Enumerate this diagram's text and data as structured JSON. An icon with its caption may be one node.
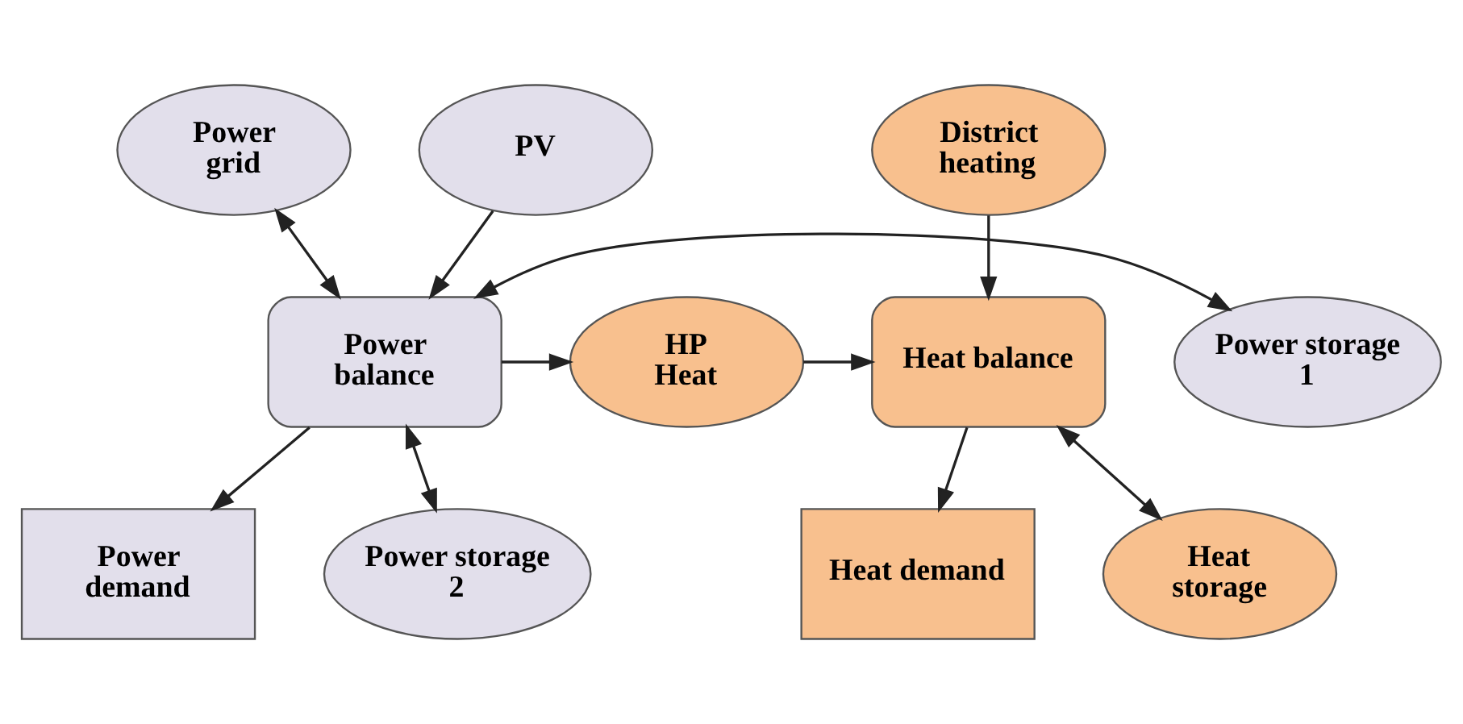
{
  "diagram": {
    "nodes": [
      {
        "text": [
          "District heating"
        ]
      },
      {
        "text": [
          "Power grid"
        ]
      },
      {
        "text": [
          "PV"
        ]
      },
      {
        "text": [
          "Heat balance"
        ]
      },
      {
        "text": [
          "HP Heat"
        ]
      },
      {
        "text": [
          "Power balance"
        ]
      },
      {
        "text": [
          "Power storage 1"
        ]
      },
      {
        "text": [
          "Heat demand"
        ]
      },
      {
        "text": [
          "Heat storage"
        ]
      },
      {
        "text": [
          "Power demand"
        ]
      },
      {
        "text": [
          "Power storage 2"
        ]
      }
    ],
    "edges": [
      {
        "from": 0,
        "to": 3,
        "arrow": "to"
      },
      {
        "from": 1,
        "to": 5,
        "arrow": "both"
      },
      {
        "from": 2,
        "to": 5,
        "arrow": "to"
      },
      {
        "from": 4,
        "to": 3,
        "arrow": "to"
      },
      {
        "from": 5,
        "to": 4,
        "arrow": "to"
      },
      {
        "from": 5,
        "to": 6,
        "arrow": "both"
      },
      {
        "from": 3,
        "to": 7,
        "arrow": "to"
      },
      {
        "from": 3,
        "to": 8,
        "arrow": "both"
      },
      {
        "from": 5,
        "to": 9,
        "arrow": "to"
      },
      {
        "from": 5,
        "to": 10,
        "arrow": "both"
      }
    ]
  }
}
